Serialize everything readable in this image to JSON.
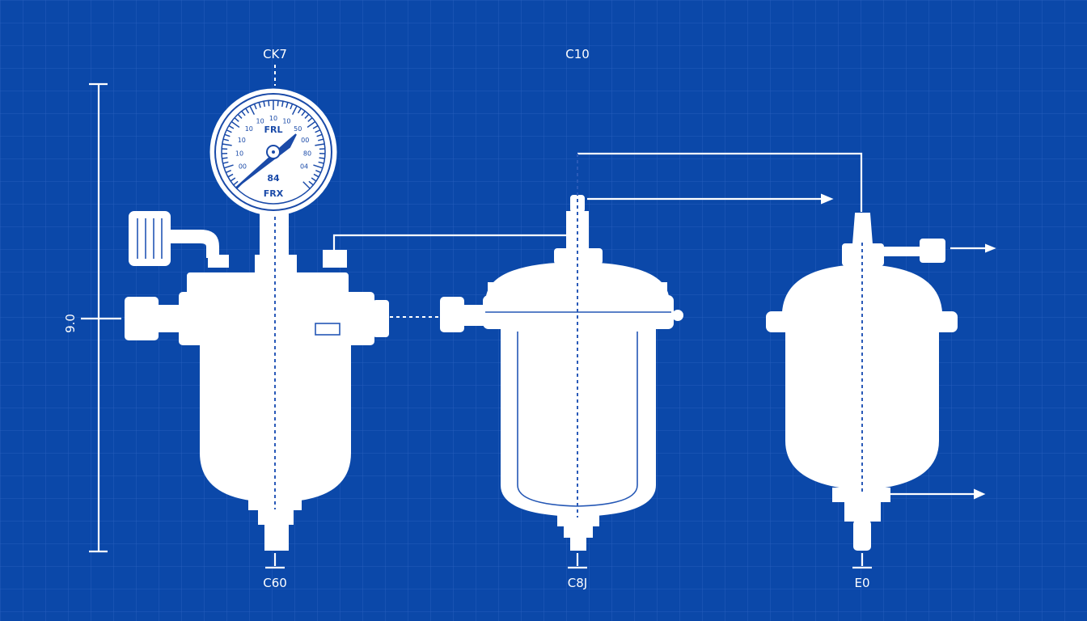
{
  "colors": {
    "background": "#0b48a9",
    "grid": "#2a62c0",
    "line": "#ffffff"
  },
  "labels": {
    "top_left": "CK7",
    "top_middle": "C10",
    "left_dimension": "9.0",
    "bottom_left": "C60",
    "bottom_middle": "C8J",
    "bottom_right": "E0"
  },
  "gauge": {
    "title": "FRL",
    "subtitle": "FRX",
    "center_value": "84",
    "scale": [
      "00",
      "10",
      "10",
      "10",
      "10",
      "10",
      "10",
      "50",
      "00",
      "80",
      "04"
    ]
  }
}
